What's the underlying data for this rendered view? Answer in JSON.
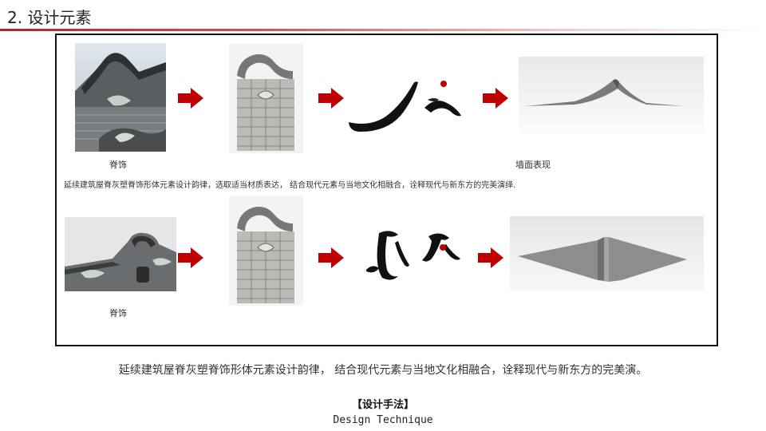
{
  "header": {
    "title": "2. 设计元素"
  },
  "row1": {
    "caption_left": "脊饰",
    "caption_right": "墙面表现"
  },
  "row_description": "延续建筑屋脊灰塑脊饰形体元素设计韵律，选取适当材质表达，  结合现代元素与当地文化相融合，诠释现代与新东方的完美演绎.",
  "row2": {
    "caption_left": "脊饰"
  },
  "summary": "延续建筑屋脊灰塑脊饰形体元素设计韵律，  结合现代元素与当地文化相融合，诠释现代与新东方的完美演。",
  "method": {
    "title_cn": "【设计手法】",
    "title_en": "Design Technique"
  },
  "colors": {
    "accent": "#c00000",
    "title_rule": "#a52a2a"
  }
}
